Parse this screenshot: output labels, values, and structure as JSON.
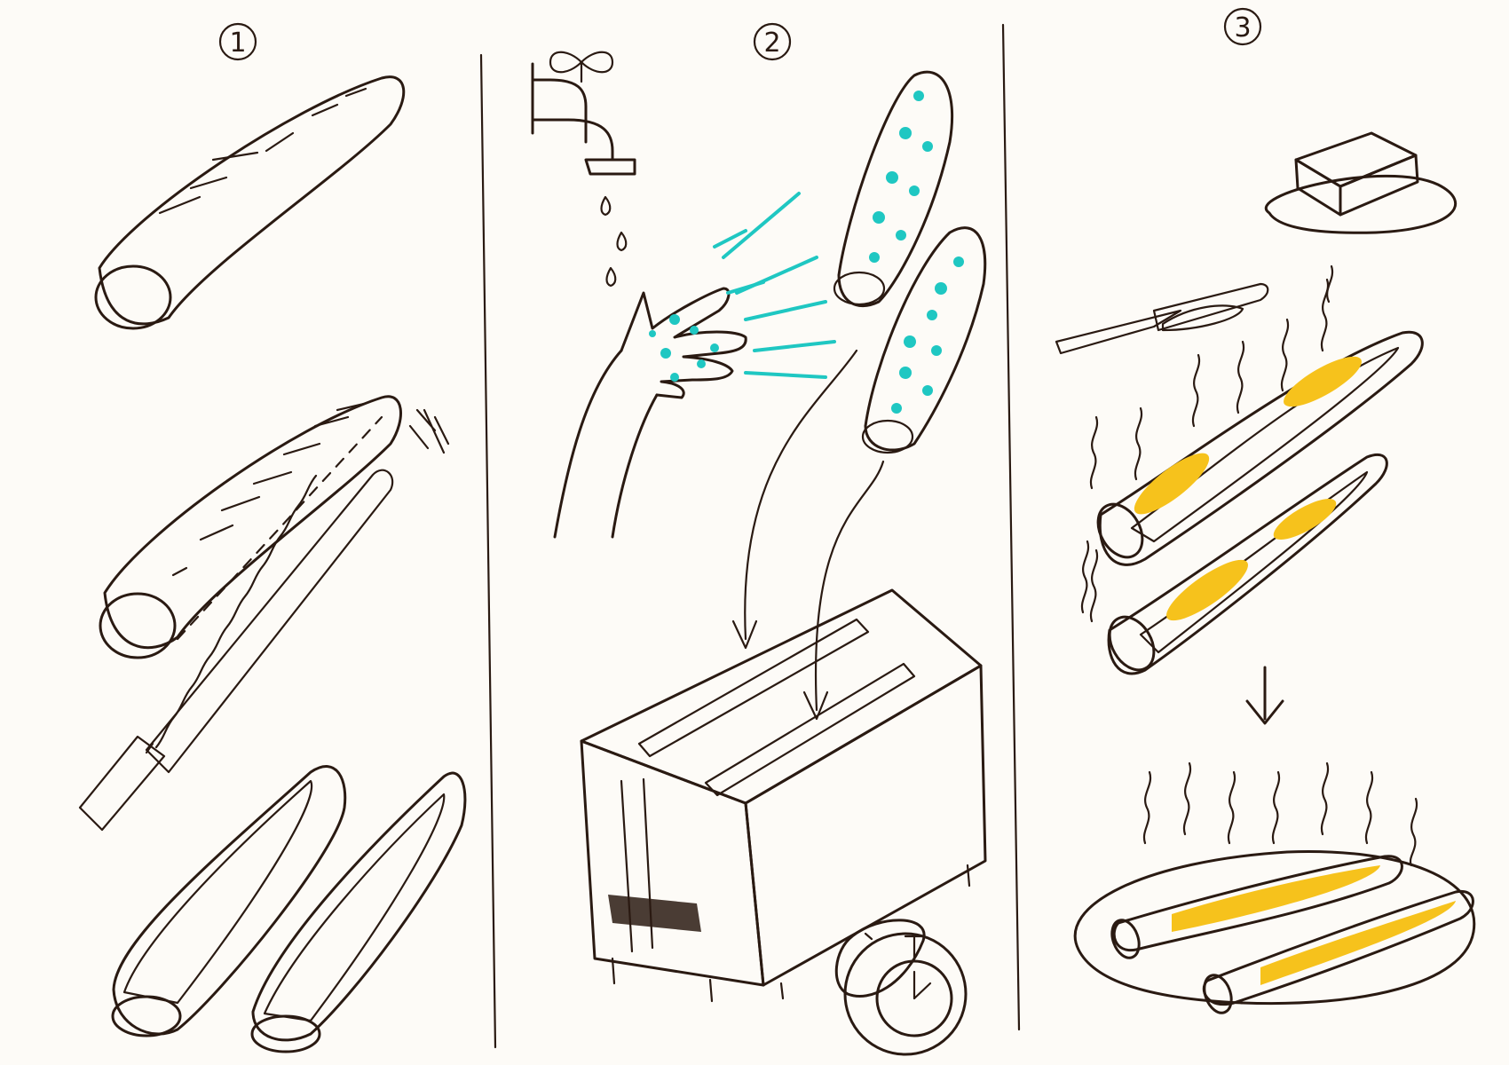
{
  "steps": [
    {
      "number": "1"
    },
    {
      "number": "2"
    },
    {
      "number": "3"
    }
  ],
  "colors": {
    "paper": "#fdfbf7",
    "ink": "#2a1a12",
    "bread": "#f2c894",
    "bread_light": "#f7dcb3",
    "water": "#1fc7c2",
    "butter": "#f6c21c",
    "toaster": "#d9a6dc"
  }
}
